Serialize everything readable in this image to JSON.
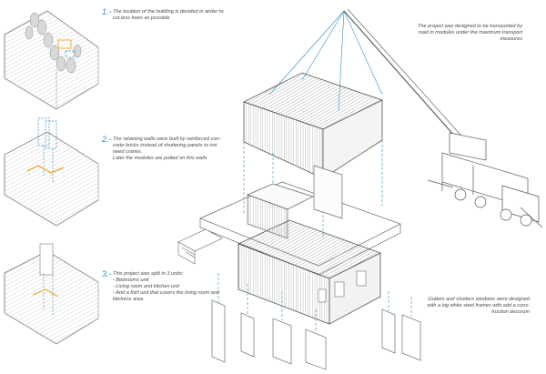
{
  "colors": {
    "accent": "#2e8ec2",
    "line": "#6f6f6f",
    "highlight": "#f0a830",
    "text": "#4a4a4a"
  },
  "steps": [
    {
      "number": "1.-",
      "lines": [
        "The location of the building is decided in airder to",
        "cut less trees as possible"
      ]
    },
    {
      "number": "2.-",
      "lines": [
        "The retaining walls were built by reinforced con-",
        "crete bricks instead of shuttering panels to not",
        "need cranes.",
        "Later the modules are putted on this walls"
      ]
    },
    {
      "number": "3.-",
      "lines": [
        "This project was split in 3 units:",
        "- Bedrooms unit",
        "- Living room and kitchen unit",
        "- And a thirf unit that covers the living room and",
        "kitchens area"
      ]
    }
  ],
  "notes": {
    "transport": [
      "The project was designed to be transported by",
      "road in modules under the maximum transport",
      "measures"
    ],
    "gutters": [
      "Gutters and shutters windows were designed",
      "with a big white steel frames with add a cons-",
      "truction decorum"
    ]
  }
}
